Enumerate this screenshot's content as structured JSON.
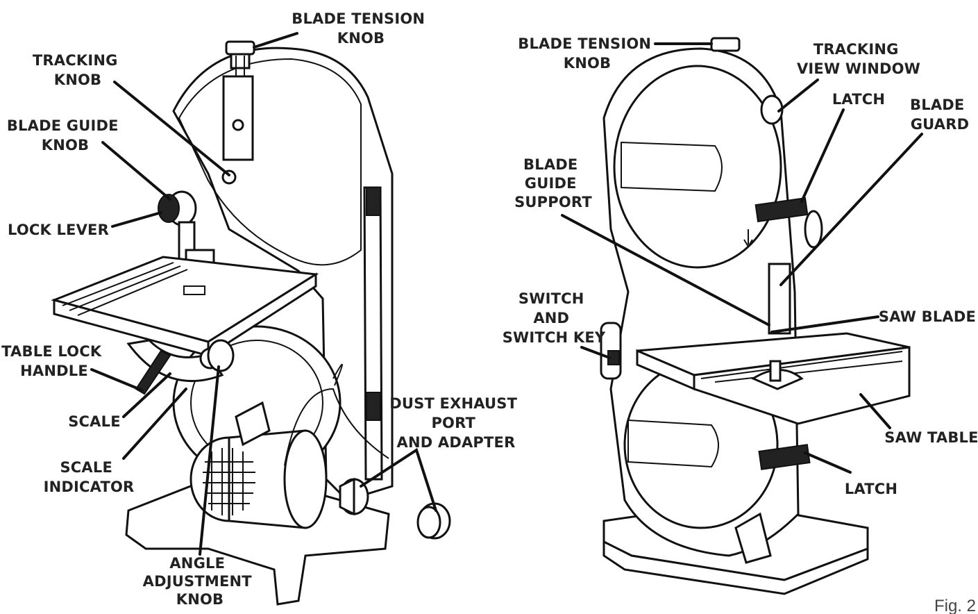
{
  "figure": {
    "caption": "Fig. 2"
  },
  "left_view": {
    "labels": {
      "blade_tension_knob": [
        "BLADE TENSION",
        "KNOB"
      ],
      "tracking_knob": [
        "TRACKING",
        "KNOB"
      ],
      "blade_guide_knob": [
        "BLADE GUIDE",
        "KNOB"
      ],
      "lock_lever": [
        "LOCK LEVER"
      ],
      "table_lock_handle": [
        "TABLE LOCK",
        "HANDLE"
      ],
      "scale": [
        "SCALE"
      ],
      "scale_indicator": [
        "SCALE",
        "INDICATOR"
      ],
      "angle_adjustment_knob": [
        "ANGLE",
        "ADJUSTMENT",
        "KNOB"
      ],
      "dust_exhaust_port": [
        "DUST EXHAUST",
        "PORT",
        "AND ADAPTER"
      ]
    }
  },
  "right_view": {
    "labels": {
      "blade_tension_knob": [
        "BLADE TENSION",
        "KNOB"
      ],
      "tracking_view_window": [
        "TRACKING",
        "VIEW WINDOW"
      ],
      "latch_top": [
        "LATCH"
      ],
      "blade_guard": [
        "BLADE",
        "GUARD"
      ],
      "blade_guide_support": [
        "BLADE",
        "GUIDE",
        "SUPPORT"
      ],
      "switch_and_key": [
        "SWITCH",
        "AND",
        "SWITCH KEY"
      ],
      "saw_blade": [
        "SAW BLADE"
      ],
      "saw_table": [
        "SAW TABLE"
      ],
      "latch_bottom": [
        "LATCH"
      ]
    }
  }
}
